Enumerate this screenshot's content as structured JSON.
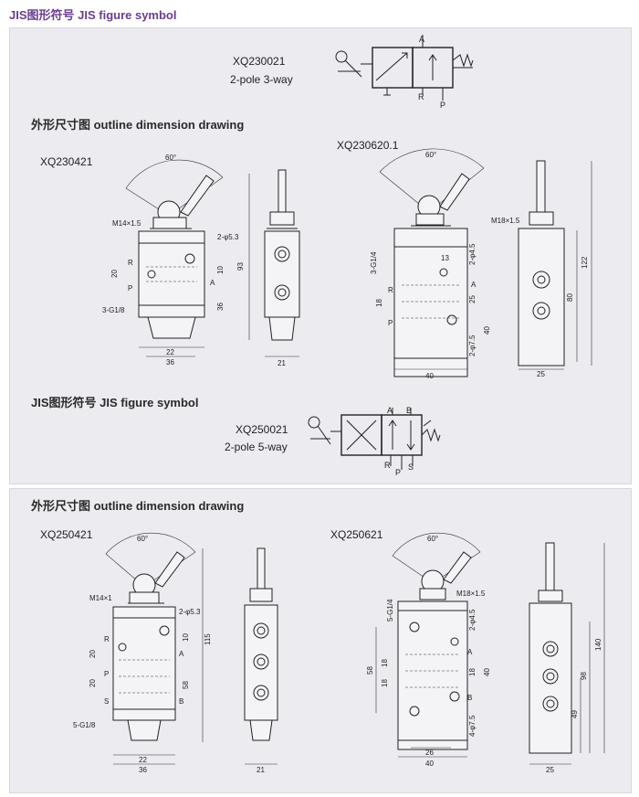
{
  "header": {
    "title": "JIS图形符号  JIS figure symbol"
  },
  "symbol1": {
    "model": "XQ230021",
    "desc": "2-pole 3-way",
    "port_a": "A",
    "port_r": "R",
    "port_p": "P"
  },
  "outline1": {
    "title": "外形尺寸图 outline dimension drawing",
    "left_model": "XQ230421",
    "right_model": "XQ230620.1",
    "dims_left": {
      "angle": "60°",
      "thread": "M14×1.5",
      "hole": "2-φ5.3",
      "h93": "93",
      "d10": "10",
      "d36": "36",
      "d20": "20",
      "port": "3-G1/8",
      "w22": "22",
      "w36": "36",
      "w21": "21",
      "r": "R",
      "a": "A",
      "p": "P"
    },
    "dims_right": {
      "angle": "60°",
      "thread": "M18×1.5",
      "port": "3-G1/4",
      "hole": "2-φ4.5",
      "d13": "13",
      "d18": "18",
      "d25": "25",
      "d40": "40",
      "h122": "122",
      "h80": "80",
      "hole2": "2-φ7.5",
      "w40": "40",
      "w25": "25",
      "r": "R",
      "a": "A",
      "p": "P"
    }
  },
  "symbol2": {
    "title": "JIS图形符号  JIS figure symbol",
    "model": "XQ250021",
    "desc": "2-pole 5-way",
    "port_a": "A",
    "port_b": "B",
    "port_r": "R",
    "port_p": "P",
    "port_s": "S"
  },
  "outline2": {
    "title": "外形尺寸图 outline dimension drawing",
    "left_model": "XQ250421",
    "right_model": "XQ250621",
    "dims_left": {
      "angle": "60°",
      "thread": "M14×1",
      "hole": "2-φ5.3",
      "d20a": "20",
      "d20b": "20",
      "d10": "10",
      "h115": "115",
      "d58": "58",
      "port": "5-G1/8",
      "w22": "22",
      "w36": "36",
      "w21": "21",
      "r": "R",
      "a": "A",
      "b": "B",
      "p": "P",
      "s": "S"
    },
    "dims_right": {
      "angle": "60°",
      "thread": "M18×1.5",
      "port": "5-G1/4",
      "hole": "2-φ4.5",
      "d58": "58",
      "d18a": "18",
      "d18b": "18",
      "d18c": "18",
      "d40": "40",
      "h140": "140",
      "h98": "98",
      "h49": "49",
      "hole2": "4-φ7.5",
      "w26": "26",
      "w40": "40",
      "w25": "25",
      "a": "A",
      "b": "B"
    }
  }
}
